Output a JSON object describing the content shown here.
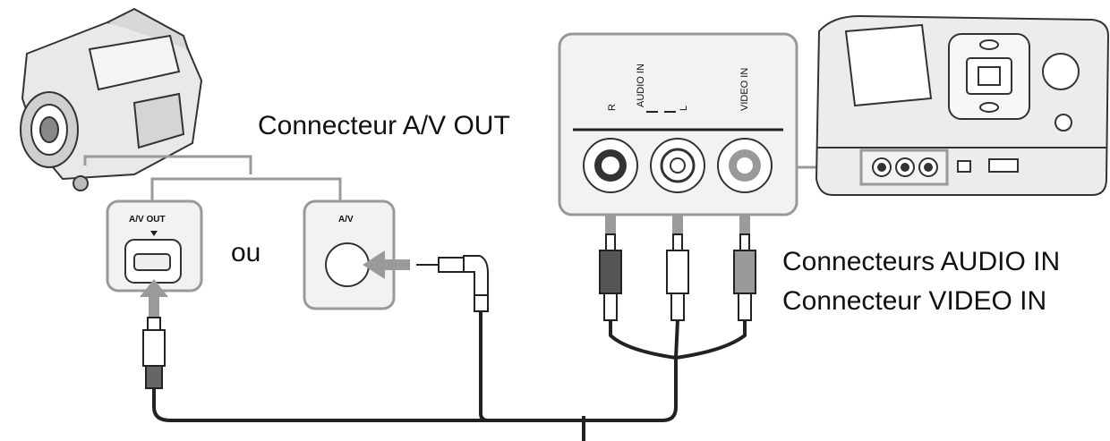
{
  "labels": {
    "connector_av_out": "Connecteur A/V OUT",
    "or": "ou",
    "connectors_audio_in": "Connecteurs AUDIO IN",
    "connector_video_in": "Connecteur VIDEO IN",
    "port_av_out": "A/V OUT",
    "port_av": "A/V",
    "audio_in": "AUDIO IN",
    "audio_r": "R",
    "audio_l": "L",
    "video_in": "VIDEO IN"
  },
  "colors": {
    "panel_border": "#999999",
    "panel_fill": "#f2f2f2",
    "arrow": "#9a9a9a",
    "line": "#222222",
    "device_fill": "#e9e9e9"
  }
}
